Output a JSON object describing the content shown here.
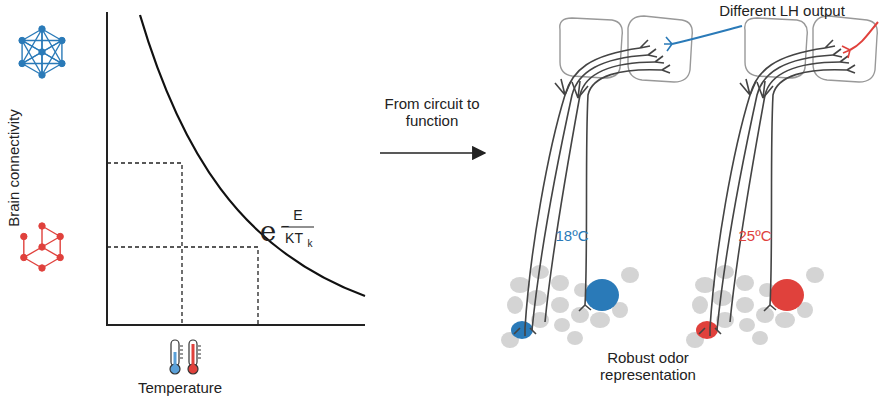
{
  "diagram": {
    "labels": [
      "Brain connectivity",
      "Temperature",
      "e",
      "−",
      "E",
      "KT",
      "k",
      "From circuit to function",
      "Different LH output",
      "18ºC",
      "25ºC",
      "Robust odor representation"
    ]
  }
}
